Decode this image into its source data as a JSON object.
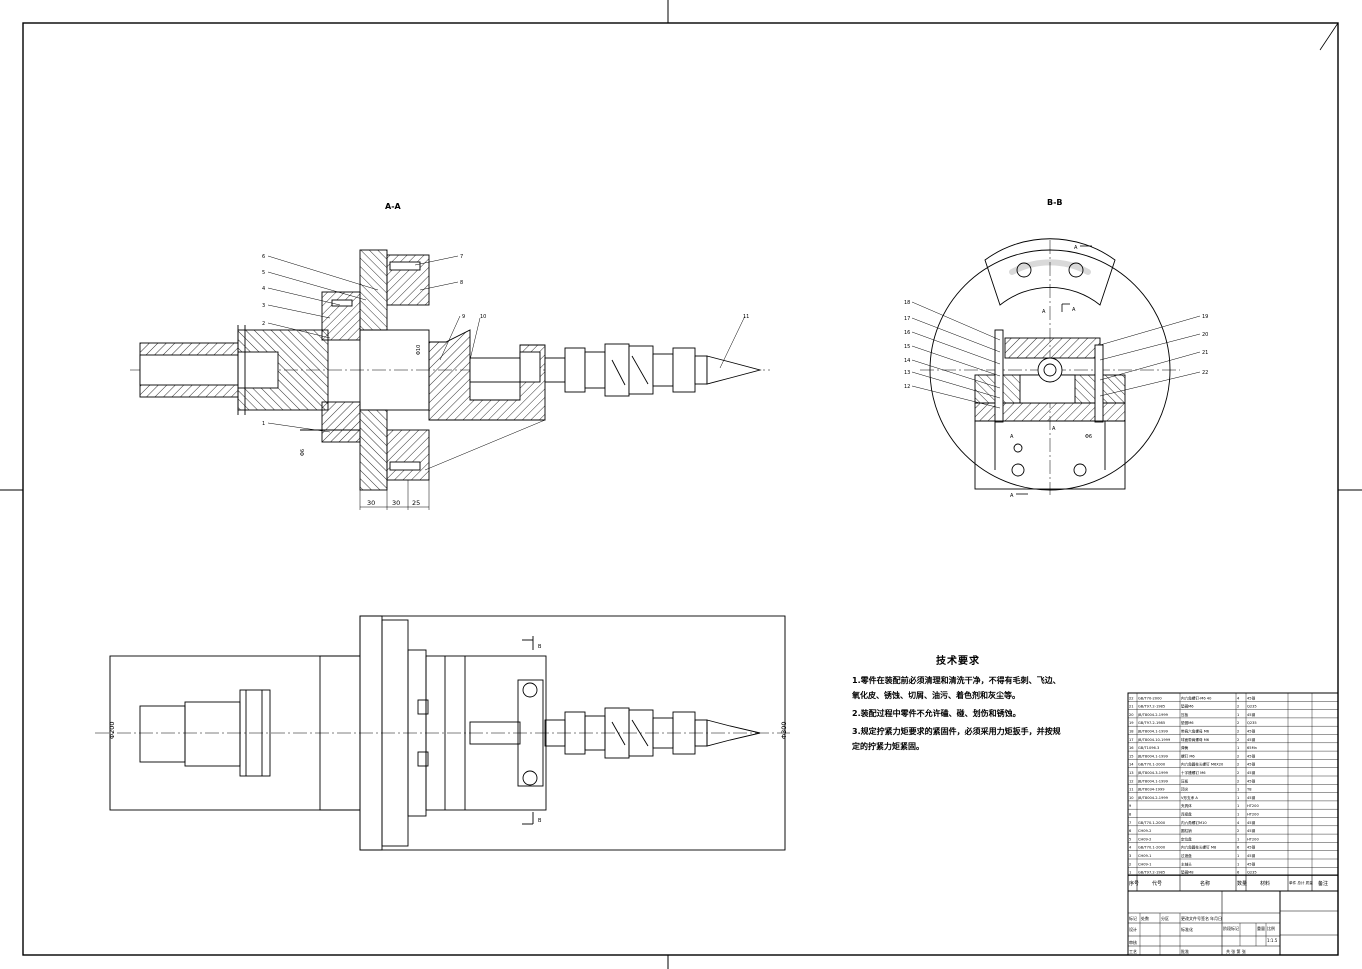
{
  "views": {
    "aa_title": "A-A",
    "bb_title": "B-B",
    "section_a": "A",
    "section_b": "B"
  },
  "aa_dimensions": {
    "widths": [
      "30",
      "30",
      "25"
    ],
    "diam_small": "Φ6",
    "diam_center": "Φ10"
  },
  "aa_callouts": [
    "1",
    "2",
    "3",
    "4",
    "5",
    "6",
    "7",
    "8",
    "9",
    "10",
    "11"
  ],
  "bb_callouts": [
    "12",
    "13",
    "14",
    "15",
    "16",
    "17",
    "18",
    "19",
    "20",
    "21",
    "22"
  ],
  "bb_dimension": "Φ6",
  "plan_dimensions": {
    "left": "Φ200",
    "right": "Φ300"
  },
  "tech_requirements": {
    "title": "技术要求",
    "items": [
      "1.零件在装配前必须清理和清洗干净，不得有毛刺、飞边、氧化皮、锈蚀、切屑、油污、着色剂和灰尘等。",
      "2.装配过程中零件不允许磕、碰、划伤和锈蚀。",
      "3.规定拧紧力矩要求的紧固件，必须采用力矩扳手，并按规定的拧紧力矩紧固。"
    ]
  },
  "bom": {
    "headers": [
      "序号",
      "代号",
      "名称",
      "数量",
      "材料",
      "单件 总计 质量",
      "备注"
    ],
    "rows": [
      [
        "22",
        "GB/T70-2000",
        "内六角螺钉-M6 40",
        "4",
        "45钢"
      ],
      [
        "21",
        "GB/T97.2-1985",
        "垫圈M6",
        "2",
        "Q235"
      ],
      [
        "20",
        "JB/T8004.2-1999",
        "压板",
        "1",
        "45钢"
      ],
      [
        "19",
        "GB/T97.2-1985",
        "垫圈M6",
        "2",
        "Q235"
      ],
      [
        "18",
        "JB/T8004.1-1999",
        "带肩六角螺母 M6",
        "2",
        "45钢"
      ],
      [
        "17",
        "JB/T8004.10-1999",
        "球面带肩螺母 M6",
        "2",
        "45钢"
      ],
      [
        "16",
        "GB/T1096.3",
        "弹簧",
        "1",
        "65Mn"
      ],
      [
        "15",
        "JB/T8004.1-1999",
        "螺钉 M6",
        "2",
        "45钢"
      ],
      [
        "14",
        "GB/T70.1-2000",
        "内六角圆柱头螺钉 M6X20",
        "2",
        "45钢"
      ],
      [
        "13",
        "JB/T8004.3-1999",
        "十字槽螺钉 M6",
        "2",
        "45钢"
      ],
      [
        "12",
        "JB/T8004.1-1999",
        "压板",
        "2",
        "45钢"
      ],
      [
        "11",
        "JB/T8034-1999",
        "顶尖",
        "1",
        "T8"
      ],
      [
        "10",
        "JB/T8004.2-1999",
        "V形支承 A",
        "1",
        "45钢"
      ],
      [
        "9",
        "",
        "夹具体",
        "1",
        "HT200"
      ],
      [
        "8",
        "",
        "连接盘",
        "1",
        "HT200"
      ],
      [
        "7",
        "GB/T70.1-2000",
        "内六角螺钉M10",
        "4",
        "45钢"
      ],
      [
        "6",
        "CH09-2",
        "圆柱销",
        "2",
        "45钢"
      ],
      [
        "5",
        "CH09-2",
        "定位盘",
        "1",
        "HT200"
      ],
      [
        "4",
        "GB/T70.1-2000",
        "内六角圆柱头螺钉 M8",
        "6",
        "45钢"
      ],
      [
        "3",
        "CH09-1",
        "过渡盘",
        "1",
        "45钢"
      ],
      [
        "2",
        "CH09-1",
        "主轴头",
        "1",
        "45钢"
      ],
      [
        "1",
        "GB/T97.2-1985",
        "垫圈M8",
        "6",
        "Q235"
      ]
    ]
  },
  "title_block": {
    "rev_headers": [
      "标记",
      "处数",
      "分区",
      "更改文件号",
      "签名",
      "年月日"
    ],
    "design": "设计",
    "standardization": "标准化",
    "check": "审核",
    "process": "工艺",
    "approve": "批准",
    "stage_headers": [
      "阶段标记",
      "重量",
      "比例"
    ],
    "scale": "1:1.5",
    "sheets": "共  张  第  张"
  }
}
